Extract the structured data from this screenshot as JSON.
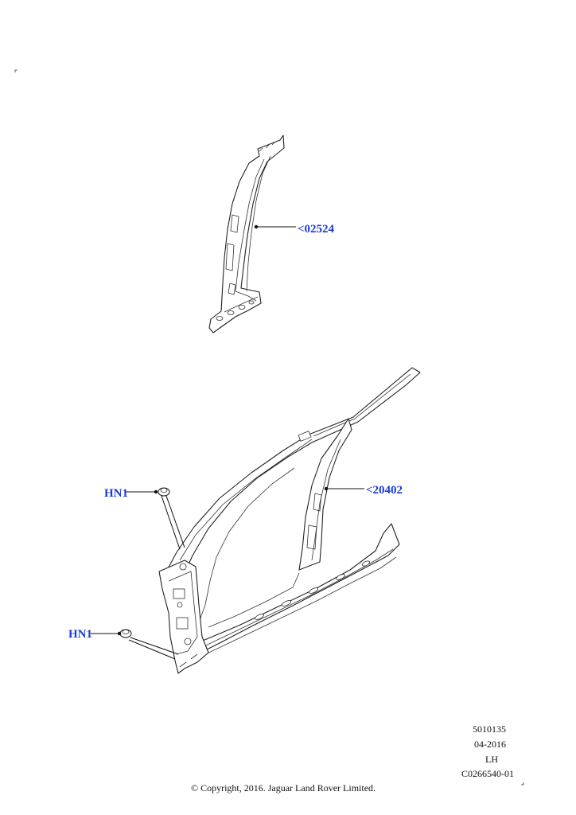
{
  "callouts": {
    "upper_panel": "<02524",
    "side_frame": "<20402",
    "grommet_upper": "HN1",
    "grommet_lower": "HN1"
  },
  "drawing_info": {
    "number": "5010135",
    "date": "04-2016",
    "side": "LH",
    "code": "C0266540-01"
  },
  "copyright": "© Copyright, 2016. Jaguar Land Rover Limited.",
  "colors": {
    "callout_text": "#1a3bd6",
    "line_art": "#222222"
  }
}
